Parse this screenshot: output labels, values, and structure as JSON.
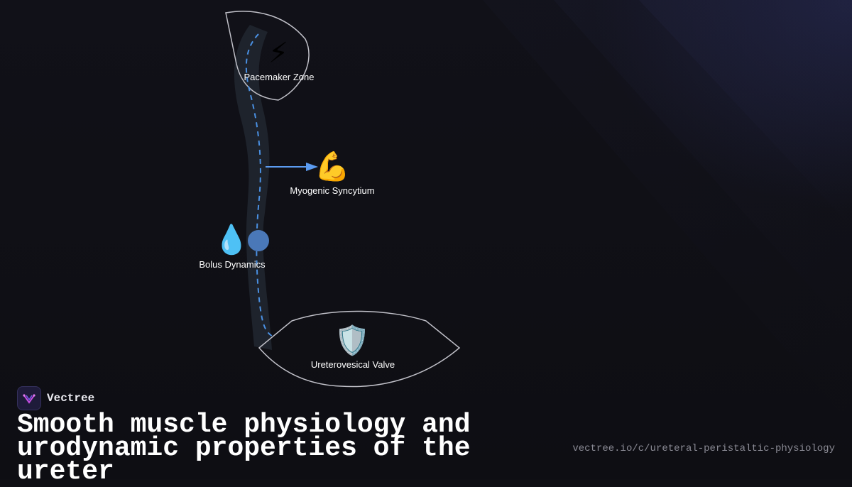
{
  "diagram": {
    "nodes": [
      {
        "id": "pacemaker",
        "icon": "⚡",
        "icon_name": "lightning-icon",
        "label": "Pacemaker Zone"
      },
      {
        "id": "myogenic",
        "icon": "💪",
        "icon_name": "flexed-bicep-icon",
        "label": "Myogenic Syncytium"
      },
      {
        "id": "bolus",
        "icon": "💧",
        "icon_name": "droplet-icon",
        "label": "Bolus Dynamics"
      },
      {
        "id": "valve",
        "icon": "🛡️",
        "icon_name": "shield-icon",
        "label": "Ureterovesical Valve"
      }
    ],
    "colors": {
      "ureter_fill": "#1e232c",
      "flow_dash": "#4a90e2",
      "arrow": "#5b9bf0",
      "bolus": "#4a78b8",
      "outline": "#c0c0c8"
    }
  },
  "brand": {
    "name": "Vectree",
    "logo_icon": "vectree-logo-icon"
  },
  "footer": {
    "title": "Smooth muscle physiology and urodynamic properties of the ureter",
    "url": "vectree.io/c/ureteral-peristaltic-physiology"
  }
}
